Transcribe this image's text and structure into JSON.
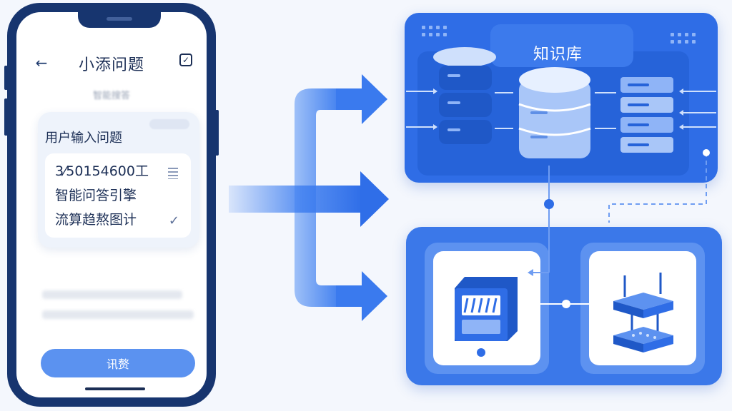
{
  "phone": {
    "title": "小添问题",
    "subtitle": "智能搜答",
    "card_label": "用户输入问题",
    "card_lines": [
      "3⁄50154600工",
      "智能问答引擎",
      "流算趋熬图计"
    ],
    "submit_label": "讯赘",
    "icons": {
      "back": "arrow-left-icon",
      "top_right": "check-square-icon",
      "list": "list-icon",
      "check": "check-icon"
    }
  },
  "knowledge_base": {
    "title": "知识库"
  },
  "colors": {
    "phone_frame": "#17356f",
    "panel_blue": "#2f6de6",
    "arrow_blue": "#3f7ff0",
    "button_blue": "#5b92f0"
  }
}
